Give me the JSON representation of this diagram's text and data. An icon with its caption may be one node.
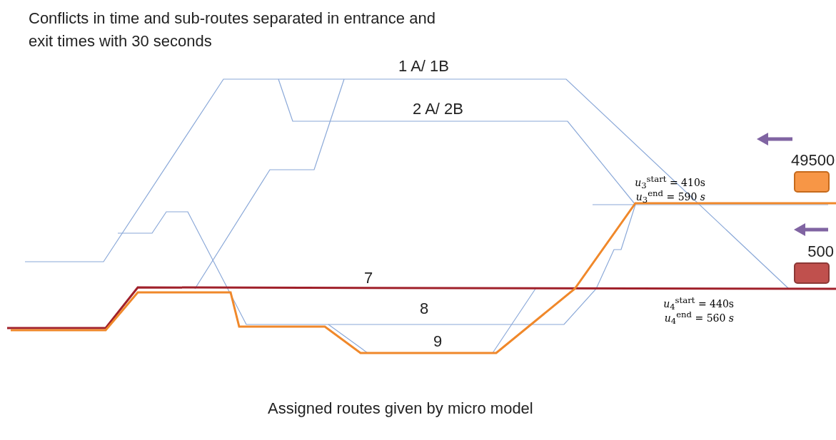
{
  "diagram": {
    "title": "Conflicts in time and sub-routes separated in entrance and exit times with 30 seconds",
    "caption": "Assigned routes given by micro model",
    "nodes": [
      {
        "text": [
          "49500"
        ],
        "beside": [
          "*u*$_{3}$$^{start}$ = 410s",
          "*u*$_{3}$$^{end}$ = 590 *s*"
        ]
      },
      {
        "text": [
          "500"
        ],
        "beside": [
          "*u*$_{4}$$^{start}$ = 440s",
          "*u*$_{4}$$^{end}$ = 560 *s*"
        ]
      }
    ],
    "labels": [
      "1 A/ 1B",
      "2 A/ 2B",
      "7",
      "8",
      "9"
    ]
  }
}
